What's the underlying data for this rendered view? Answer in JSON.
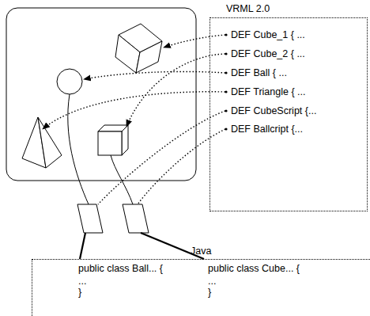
{
  "diagram": {
    "nodes": [
      {
        "text": [
          "VRML 2.0",
          "DEF Cube_1 { ...",
          "DEF Cube_2 { ...",
          "DEF Ball { ...",
          "DEF Triangle { ...",
          "DEF CubeScript {...",
          "DEF Ballcript {..."
        ]
      },
      {
        "text": [
          "Java",
          "public class Ball... {",
          "...",
          "}",
          "public class Cube... {",
          "...",
          "}"
        ]
      }
    ]
  }
}
